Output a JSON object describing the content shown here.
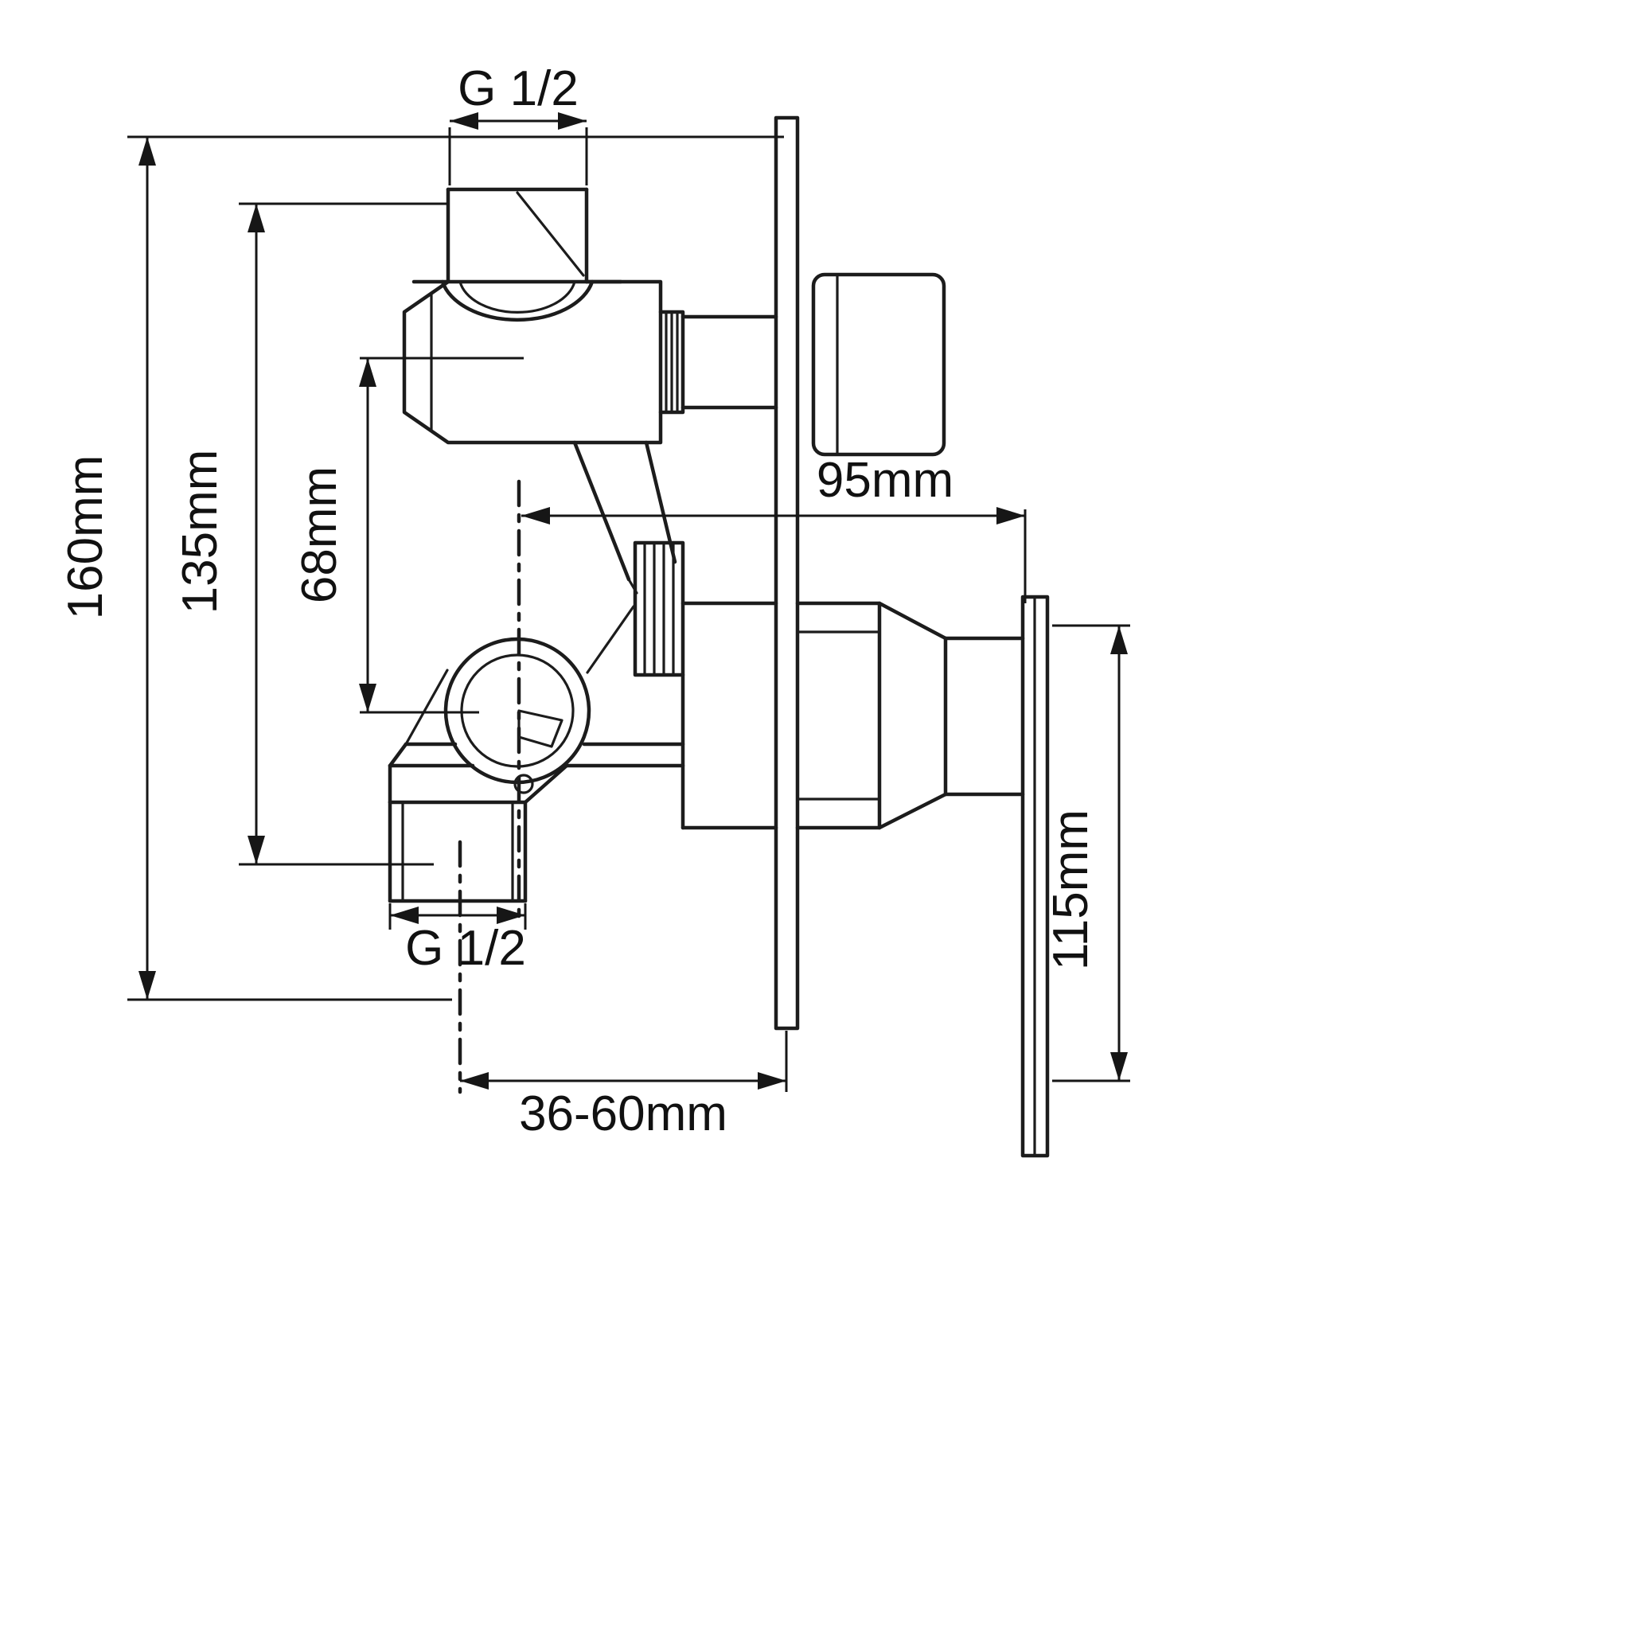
{
  "diagram": {
    "type": "technical-drawing",
    "subject": "concealed-shower-mixer-valve",
    "colors": {
      "background": "#ffffff",
      "line": "#1c1c1c",
      "text": "#111111"
    },
    "dimensions": {
      "top_thread": "G 1/2",
      "overall_height": "160mm",
      "body_height": "135mm",
      "port_offset": "68mm",
      "valve_depth": "95mm",
      "plate_height": "115mm",
      "bottom_thread": "G 1/2",
      "mounting_depth_range": "36-60mm"
    }
  }
}
